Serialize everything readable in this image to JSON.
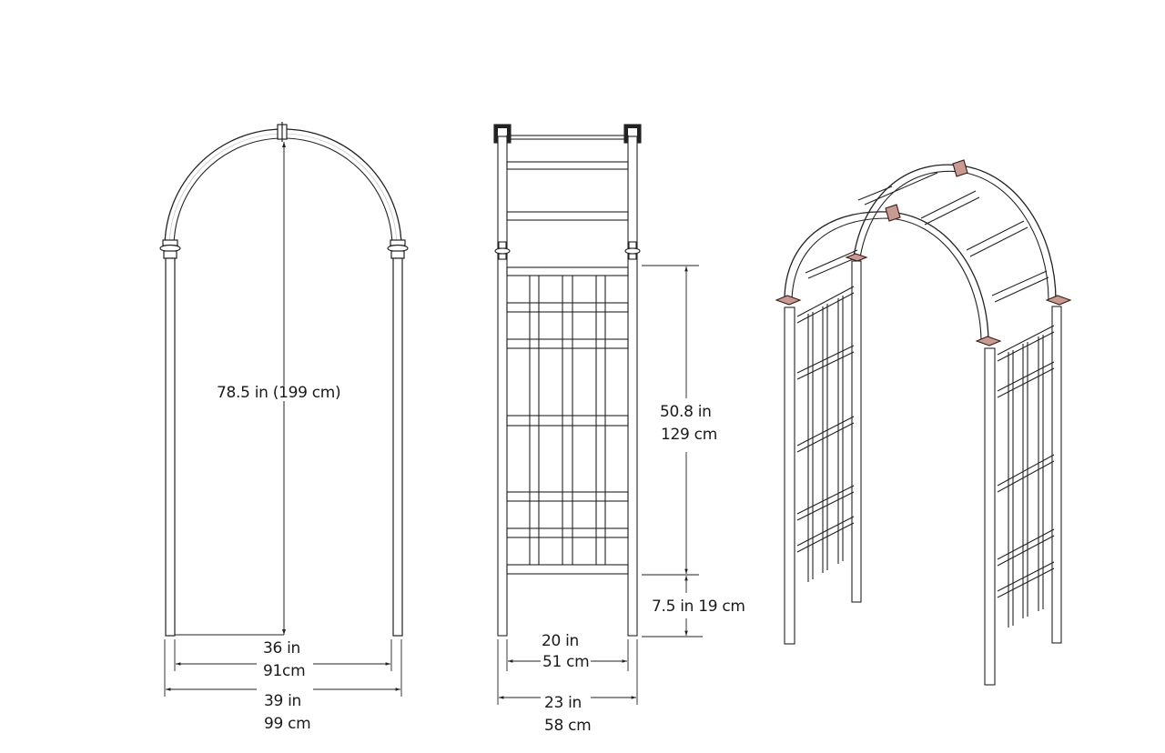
{
  "diagram": {
    "subject": "Garden arch arbor dimension drawing",
    "views": [
      {
        "name": "front-view"
      },
      {
        "name": "side-view"
      },
      {
        "name": "isometric-view"
      }
    ],
    "accent_color": "#8b3a2a"
  },
  "front_view": {
    "height_label": "78.5 in  (199 cm)",
    "inner_width_in": "36 in",
    "inner_width_cm": "91cm",
    "outer_width_in": "39 in",
    "outer_width_cm": "99 cm"
  },
  "side_view": {
    "panel_height_in": "50.8 in",
    "panel_height_cm": "129 cm",
    "leg_clearance": "7.5 in 19 cm",
    "inner_width_in": "20 in",
    "inner_width_cm": "51 cm",
    "outer_width_in": "23 in",
    "outer_width_cm": "58 cm"
  }
}
